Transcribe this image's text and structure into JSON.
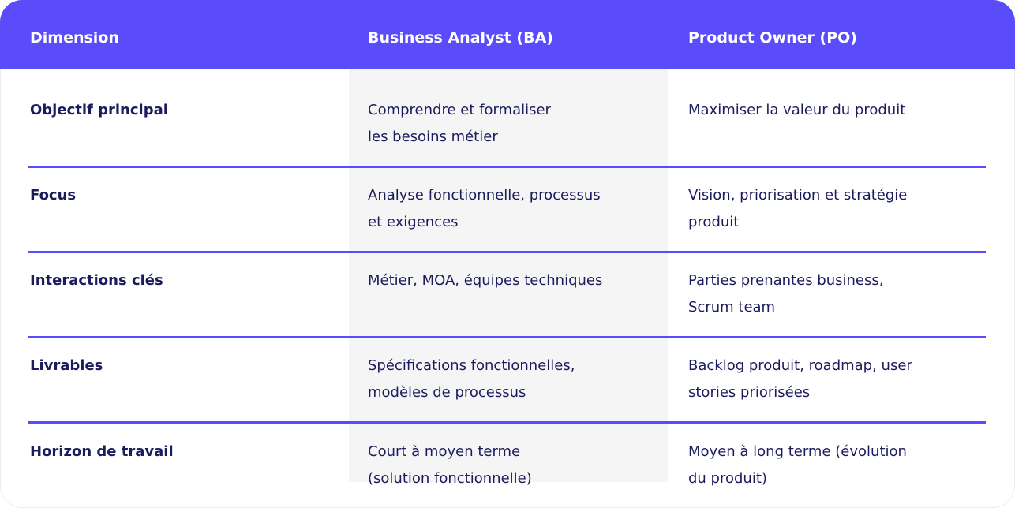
{
  "table": {
    "headers": [
      "Dimension",
      "Business Analyst (BA)",
      "Product Owner (PO)"
    ],
    "rows": [
      {
        "dimension": "Objectif principal",
        "ba": [
          "Comprendre et formaliser",
          "les besoins métier"
        ],
        "po": [
          "Maximiser la valeur du produit"
        ]
      },
      {
        "dimension": "Focus",
        "ba": [
          "Analyse fonctionnelle, processus",
          "et exigences"
        ],
        "po": [
          "Vision, priorisation et stratégie",
          "produit"
        ]
      },
      {
        "dimension": "Interactions clés",
        "ba": [
          "Métier, MOA, équipes techniques"
        ],
        "po": [
          "Parties prenantes business,",
          "Scrum team"
        ]
      },
      {
        "dimension": "Livrables",
        "ba": [
          "Spécifications fonctionnelles,",
          "modèles de processus"
        ],
        "po": [
          "Backlog produit, roadmap, user",
          "stories priorisées"
        ]
      },
      {
        "dimension": "Horizon de travail",
        "ba": [
          "Court à moyen terme",
          "(solution fonctionnelle)"
        ],
        "po": [
          "Moyen à long terme (évolution",
          "du produit)"
        ]
      }
    ]
  },
  "colors": {
    "header_bg": "#5a4bfb",
    "header_text": "#ffffff",
    "body_text": "#1c1b5e",
    "shaded_column": "#f4f5f4",
    "divider": "#5a4bfb"
  }
}
